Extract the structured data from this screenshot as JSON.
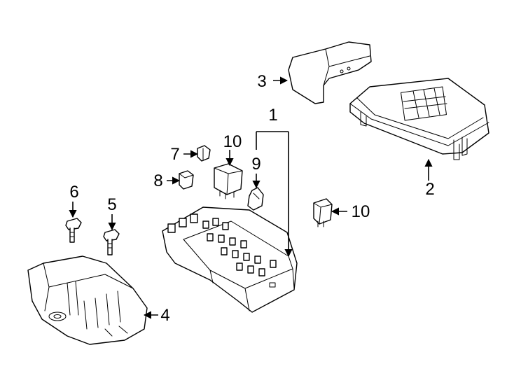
{
  "callouts": {
    "c1": "1",
    "c2": "2",
    "c3": "3",
    "c4": "4",
    "c5": "5",
    "c6": "6",
    "c7": "7",
    "c8": "8",
    "c9": "9",
    "c10a": "10",
    "c10b": "10"
  }
}
